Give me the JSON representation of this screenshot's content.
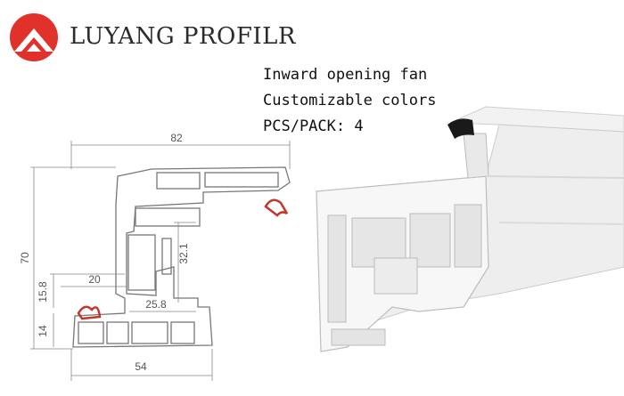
{
  "brand": {
    "name": "LUYANG PROFILR",
    "logo_icon": "mountain-logo-icon",
    "accent_color": "#e0312a"
  },
  "specs": [
    "Inward opening fan",
    "Customizable colors",
    "PCS/PACK: 4"
  ],
  "dimensions": {
    "width_top": "82",
    "height_total": "70",
    "width_bottom": "54",
    "inner_width": "20",
    "inner_height": "32.1",
    "height_mid": "15.8",
    "height_low": "14",
    "offset": "25.8"
  },
  "colors": {
    "gasket": "#c0392b",
    "profile_line": "#777777"
  }
}
